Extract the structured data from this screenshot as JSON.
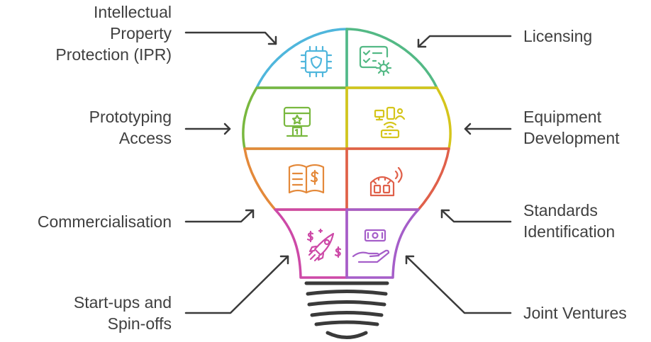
{
  "colors": {
    "ipr": "#4fb6dc",
    "licensing": "#53b985",
    "prototyping": "#79b83f",
    "equipment": "#d5c51b",
    "commercialisation": "#e4893a",
    "standards": "#e0604a",
    "startups": "#cd49a7",
    "joint_ventures": "#a55ec9",
    "text": "#404040",
    "arrow": "#3a3a3a",
    "base": "#3a3a3a"
  },
  "segments": [
    {
      "id": "ipr",
      "label_lines": [
        "Intellectual",
        "Property",
        "Protection (IPR)"
      ],
      "icon": "chip-shield-icon"
    },
    {
      "id": "licensing",
      "label_lines": [
        "Licensing"
      ],
      "icon": "checklist-gear-icon"
    },
    {
      "id": "prototyping",
      "label_lines": [
        "Prototyping",
        "Access"
      ],
      "icon": "prototype-award-icon"
    },
    {
      "id": "equipment",
      "label_lines": [
        "Equipment",
        "Development"
      ],
      "icon": "devices-network-icon"
    },
    {
      "id": "commercialisation",
      "label_lines": [
        "Commercialisation"
      ],
      "icon": "book-dollar-icon"
    },
    {
      "id": "standards",
      "label_lines": [
        "Standards",
        "Identification"
      ],
      "icon": "signal-gauge-icon"
    },
    {
      "id": "startups",
      "label_lines": [
        "Start-ups and",
        "Spin-offs"
      ],
      "icon": "rocket-dollar-icon"
    },
    {
      "id": "joint_ventures",
      "label_lines": [
        "Joint Ventures"
      ],
      "icon": "hand-money-icon"
    }
  ]
}
